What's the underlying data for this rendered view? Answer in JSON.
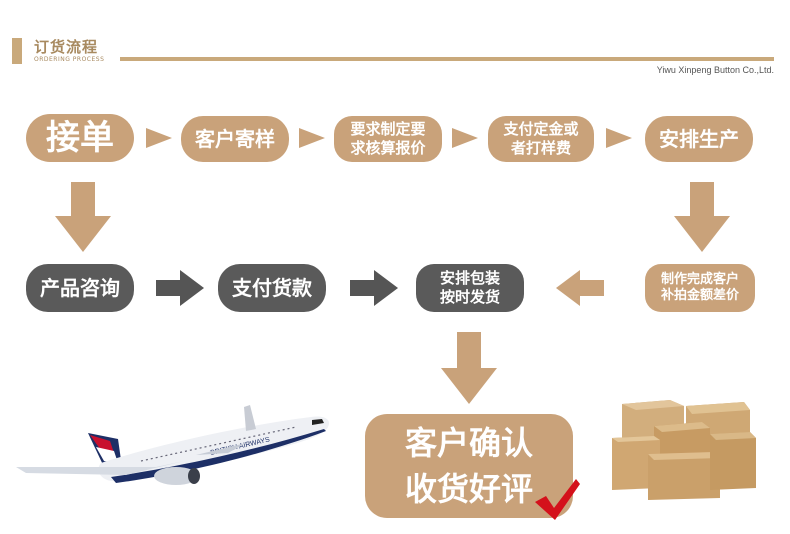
{
  "header": {
    "title": "订货流程",
    "subtitle": "ORDERING PROCESS",
    "company": "Yiwu Xinpeng Button Co.,Ltd."
  },
  "flow": {
    "row1": [
      "接单",
      "客户寄样",
      "要求制定要求核算报价",
      "支付定金或者打样费",
      "安排生产"
    ],
    "row2": [
      "产品咨询",
      "支付货款",
      "安排包装按时发货",
      "制作完成客户补拍金额差价"
    ],
    "final": "客户确认收货好评"
  },
  "labels": {
    "n1": "接单",
    "n2": "客户寄样",
    "n3a": "要求制定要",
    "n3b": "求核算报价",
    "n4a": "支付定金或",
    "n4b": "者打样费",
    "n5": "安排生产",
    "n6": "产品咨询",
    "n7": "支付货款",
    "n8a": "安排包装",
    "n8b": "按时发货",
    "n9a": "制作完成客户",
    "n9b": "补拍金额差价",
    "final_a": "客户确认",
    "final_b": "收货好评",
    "plane_livery": "BRITISH AIRWAYS"
  },
  "colors": {
    "tan": "#c9a27a",
    "gray": "#5a5a5a",
    "arrow_tan": "#c9a27a",
    "arrow_gray": "#555555",
    "check": "#d4111b"
  },
  "icons": [
    "airplane-icon",
    "cardboard-boxes-icon",
    "checkmark-icon"
  ]
}
